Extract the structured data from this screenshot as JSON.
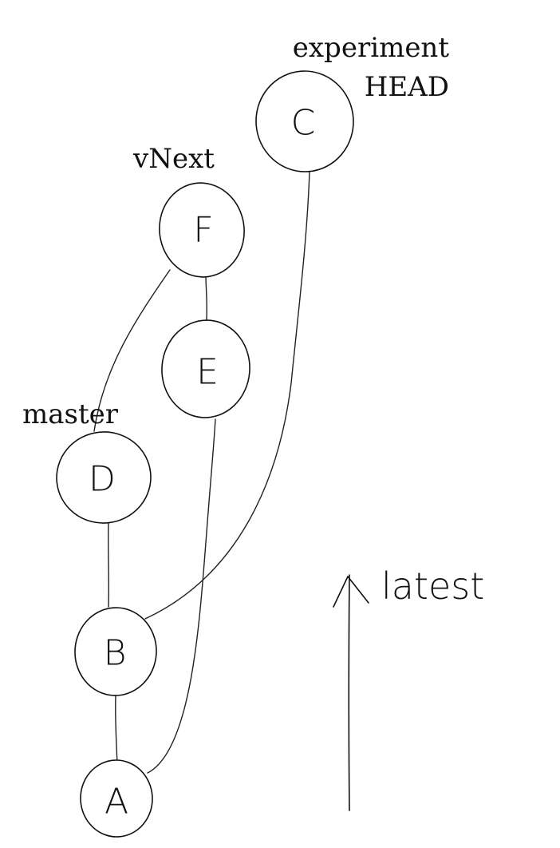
{
  "nodes": [
    {
      "id": "A",
      "label": "A"
    },
    {
      "id": "B",
      "label": "B"
    },
    {
      "id": "C",
      "label": "C"
    },
    {
      "id": "D",
      "label": "D"
    },
    {
      "id": "E",
      "label": "E"
    },
    {
      "id": "F",
      "label": "F"
    }
  ],
  "edges": [
    [
      "A",
      "B"
    ],
    [
      "B",
      "D"
    ],
    [
      "B",
      "C"
    ],
    [
      "A",
      "E"
    ],
    [
      "E",
      "F"
    ],
    [
      "D",
      "F"
    ]
  ],
  "refs": {
    "experiment": "experiment",
    "head": "HEAD",
    "vnext": "vNext",
    "master": "master"
  },
  "arrow_label": "latest"
}
